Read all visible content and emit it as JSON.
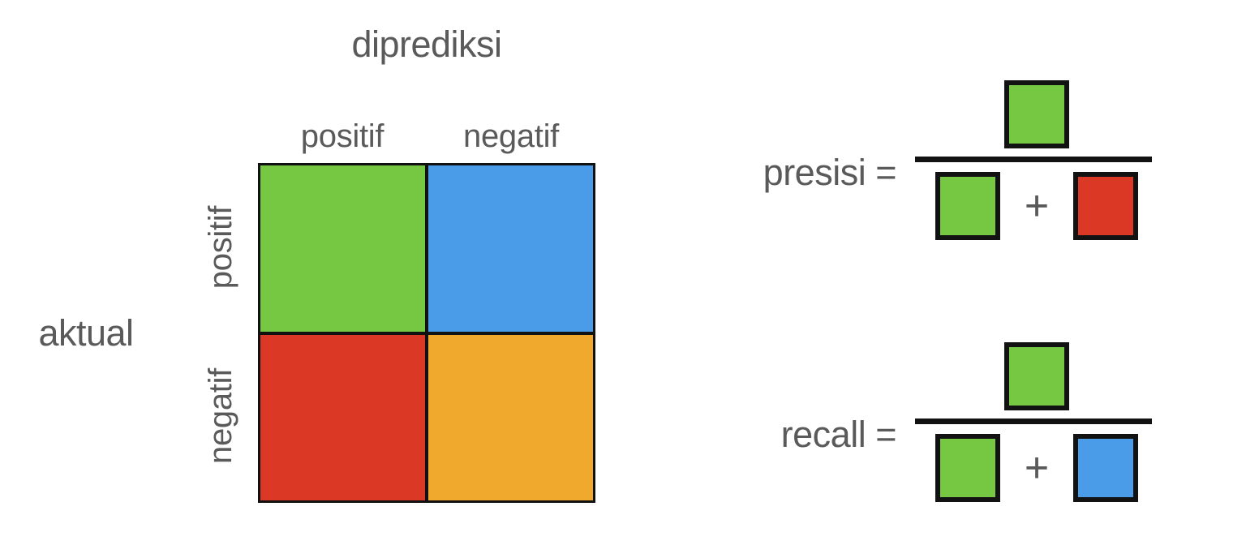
{
  "matrix": {
    "axis_predicted_label": "diprediksi",
    "axis_actual_label": "aktual",
    "column_headers": [
      "positif",
      "negatif"
    ],
    "row_headers": [
      "positif",
      "negatif"
    ],
    "cells": [
      {
        "id": "true-positive",
        "row": "positif",
        "column": "positif",
        "color": "#76c843"
      },
      {
        "id": "false-negative",
        "row": "positif",
        "column": "negatif",
        "color": "#4a9ce8"
      },
      {
        "id": "false-positive",
        "row": "negatif",
        "column": "positif",
        "color": "#dc3826"
      },
      {
        "id": "true-negative",
        "row": "negatif",
        "column": "negatif",
        "color": "#f0a92c"
      }
    ]
  },
  "formulas": [
    {
      "name": "presisi",
      "label": "presisi =",
      "numerator": [
        {
          "color": "#76c843"
        }
      ],
      "denominator_operator": "+",
      "denominator": [
        {
          "color": "#76c843"
        },
        {
          "color": "#dc3826"
        }
      ]
    },
    {
      "name": "recall",
      "label": "recall =",
      "numerator": [
        {
          "color": "#76c843"
        }
      ],
      "denominator_operator": "+",
      "denominator": [
        {
          "color": "#76c843"
        },
        {
          "color": "#4a9ce8"
        }
      ]
    }
  ],
  "colors": {
    "green": "#76c843",
    "blue": "#4a9ce8",
    "red": "#dc3826",
    "orange": "#f0a92c",
    "outline": "#121212",
    "text": "#5a5a5a",
    "background": "#ffffff"
  }
}
